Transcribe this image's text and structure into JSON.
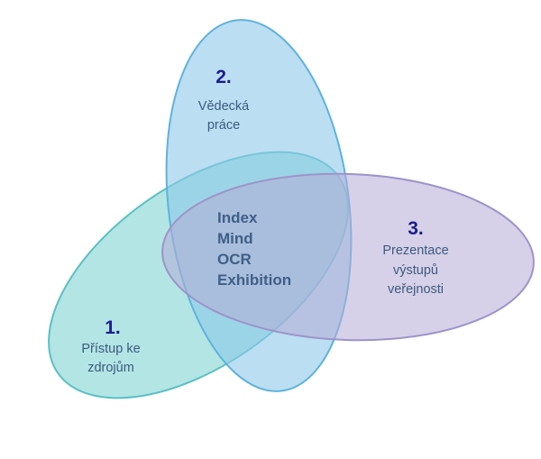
{
  "diagram": {
    "center_items": [
      "Index",
      "Mind",
      "OCR",
      "Exhibition"
    ],
    "areas": [
      {
        "number": "1.",
        "label_lines": [
          "Přístup ke",
          "zdrojům"
        ],
        "fill": "#7fd3d2",
        "stroke": "#5bc0c4"
      },
      {
        "number": "2.",
        "label_lines": [
          "Vědecká",
          "práce"
        ],
        "fill": "#8ec8ea",
        "stroke": "#5fb3dc"
      },
      {
        "number": "3.",
        "label_lines": [
          "Prezentace",
          "výstupů",
          "veřejnosti"
        ],
        "fill": "#b4acd6",
        "stroke": "#9d94c9"
      }
    ]
  }
}
